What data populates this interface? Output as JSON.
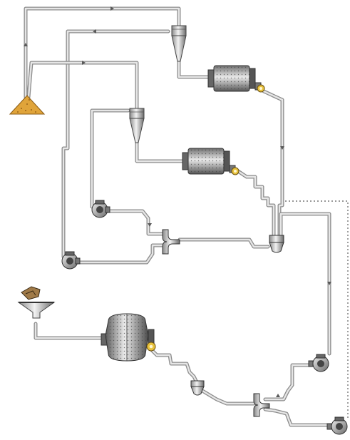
{
  "diagram": {
    "equipment": [
      {
        "id": "stockpile",
        "icon": "stockpile-icon",
        "color": "#e0a43a"
      },
      {
        "id": "cyclone-1",
        "icon": "cyclone-icon"
      },
      {
        "id": "cyclone-2",
        "icon": "cyclone-icon"
      },
      {
        "id": "ball-mill-1",
        "icon": "ball-mill-icon",
        "motor_color": "#e8c23c"
      },
      {
        "id": "ball-mill-2",
        "icon": "ball-mill-icon",
        "motor_color": "#e8c23c"
      },
      {
        "id": "sag-mill",
        "icon": "sag-mill-icon",
        "motor_color": "#e8c23c"
      },
      {
        "id": "feed-hopper",
        "icon": "feed-hopper-icon",
        "ore_color": "#a07a48"
      },
      {
        "id": "pump-1",
        "icon": "pump-icon"
      },
      {
        "id": "pump-2",
        "icon": "pump-icon"
      },
      {
        "id": "pump-3",
        "icon": "pump-icon"
      },
      {
        "id": "pump-4",
        "icon": "pump-icon"
      },
      {
        "id": "sump-1",
        "icon": "sump-icon"
      },
      {
        "id": "sump-2",
        "icon": "sump-icon"
      },
      {
        "id": "splitter-1",
        "icon": "splitter-icon"
      },
      {
        "id": "splitter-2",
        "icon": "splitter-icon"
      }
    ],
    "streams_count_hint": "",
    "colors": {
      "pipe": "#8c8c8c",
      "pipe_fill": "#e6e6e6",
      "equipment": "#9a9a9a",
      "equipment_dark": "#3c3c3c"
    }
  }
}
